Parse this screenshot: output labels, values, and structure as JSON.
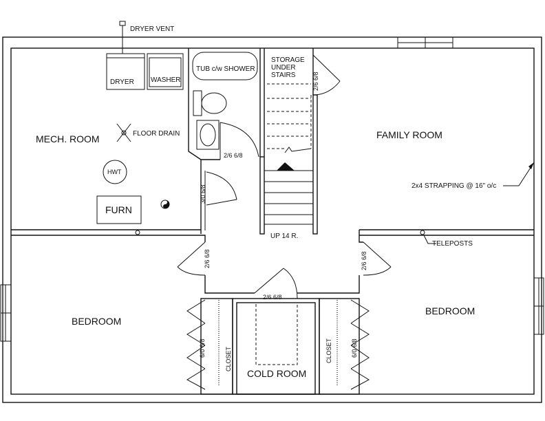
{
  "labels": {
    "dryer_vent": "DRYER VENT",
    "dryer": "DRYER",
    "washer": "WASHER",
    "tub": "TUB c/w SHOWER",
    "storage_1": "STORAGE",
    "storage_2": "UNDER",
    "storage_3": "STAIRS",
    "door_storage": "2/6 6/8",
    "mech_room": "MECH. ROOM",
    "floor_drain": "FLOOR DRAIN",
    "door_bath": "2/6 6/8",
    "hwt": "HWT",
    "furn": "FURN",
    "door_mech": "3/0 6/8",
    "family_room": "FAMILY ROOM",
    "strapping": "2x4 STRAPPING @ 16\" o/c",
    "stairs": "UP 14 R.",
    "teleposts": "TELEPOSTS",
    "door_bed_left": "2/6 6/8",
    "door_bed_right": "2/6 6/8",
    "door_cold": "2/6 6/8",
    "bedroom_left": "BEDROOM",
    "bedroom_right": "BEDROOM",
    "closet_door_left": "6/0 6/8",
    "closet_left": "CLOSET",
    "cold_room": "COLD ROOM",
    "closet_right": "CLOSET",
    "closet_door_right": "6/0 6/8"
  }
}
